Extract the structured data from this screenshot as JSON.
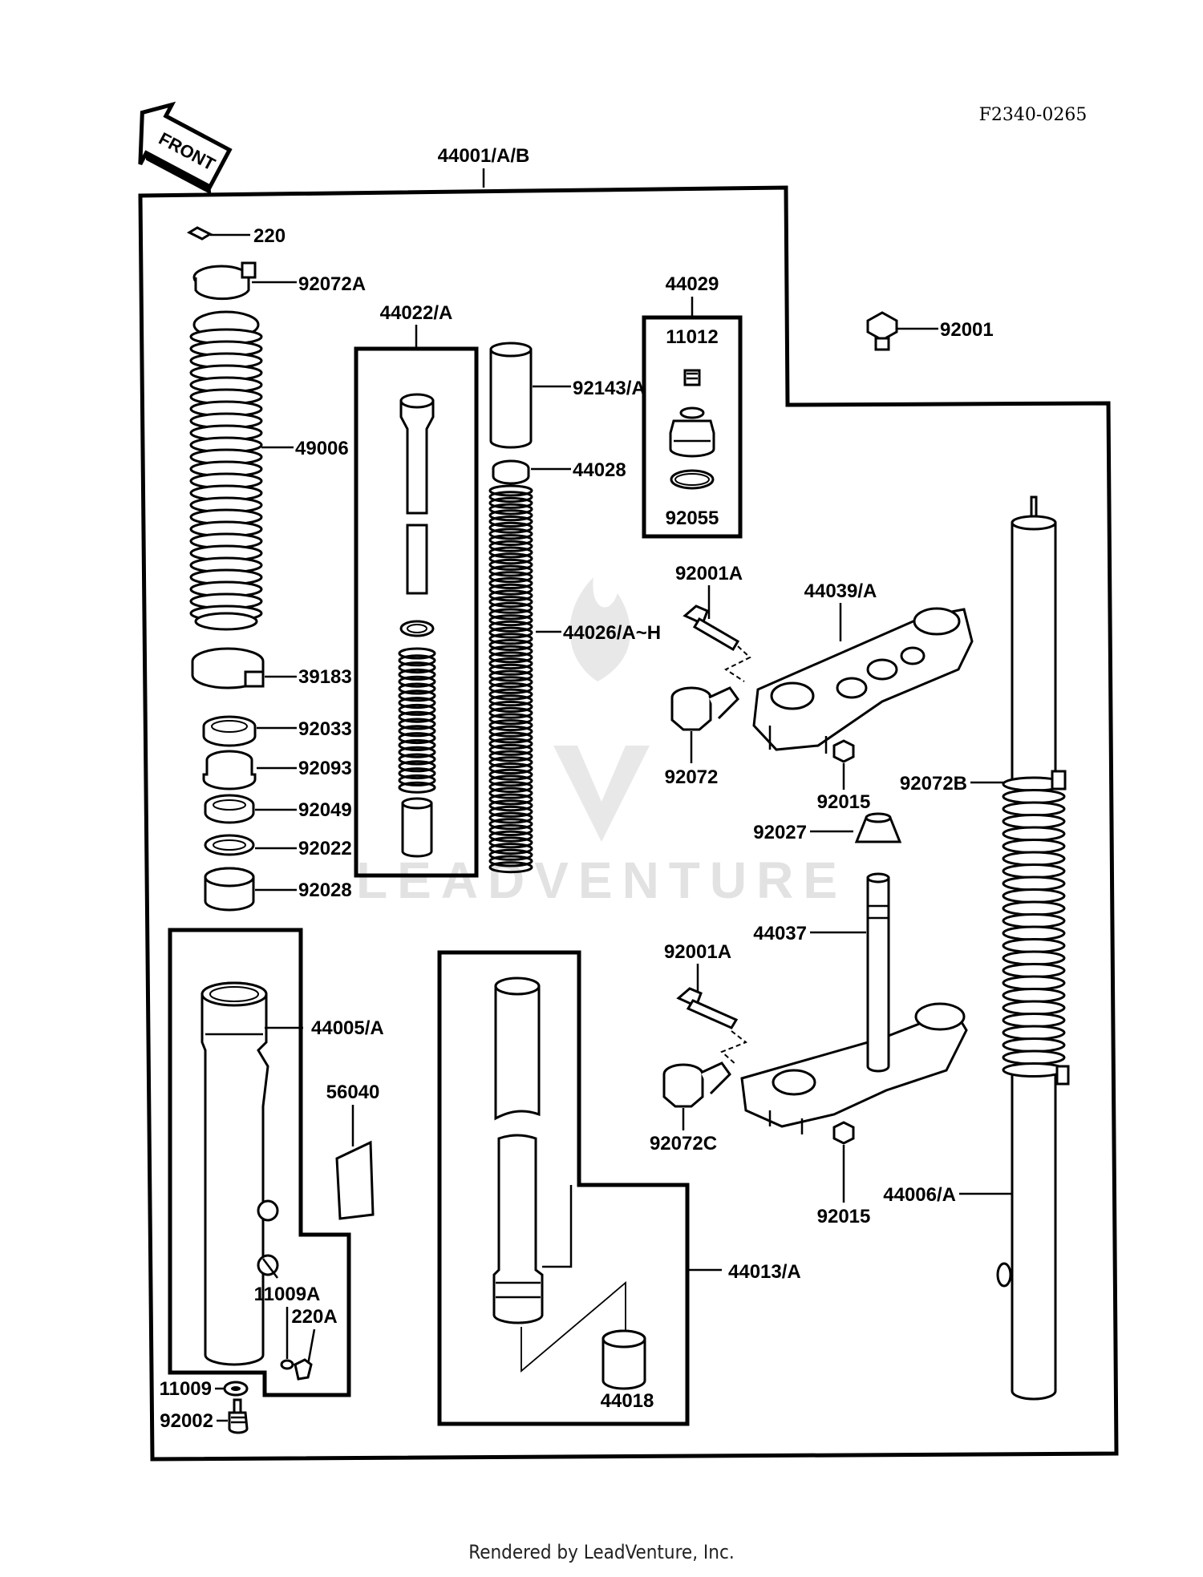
{
  "diagram": {
    "ref_code": "F2340-0265",
    "front_label": "FRONT",
    "watermark": "LEADVENTURE",
    "footer": "Rendered by LeadVenture, Inc.",
    "parts": {
      "p44001": "44001/A/B",
      "p220": "220",
      "p92072A": "92072A",
      "p49006": "49006",
      "p39183": "39183",
      "p92033": "92033",
      "p92093": "92093",
      "p92049": "92049",
      "p92022": "92022",
      "p92028": "92028",
      "p44022": "44022/A",
      "p92143": "92143/A",
      "p44028": "44028",
      "p44026": "44026/A~H",
      "p44029": "44029",
      "p11012": "11012",
      "p92055": "92055",
      "p92001": "92001",
      "p92001A_top": "92001A",
      "p44039": "44039/A",
      "p92072": "92072",
      "p92015_top": "92015",
      "p92072B": "92072B",
      "p92027": "92027",
      "p44037": "44037",
      "p92001A_bot": "92001A",
      "p92072C": "92072C",
      "p92015_bot": "92015",
      "p44006": "44006/A",
      "p44005": "44005/A",
      "p56040": "56040",
      "p11009A": "11009A",
      "p220A": "220A",
      "p11009": "11009",
      "p92002": "92002",
      "p44013": "44013/A",
      "p44018": "44018"
    }
  }
}
